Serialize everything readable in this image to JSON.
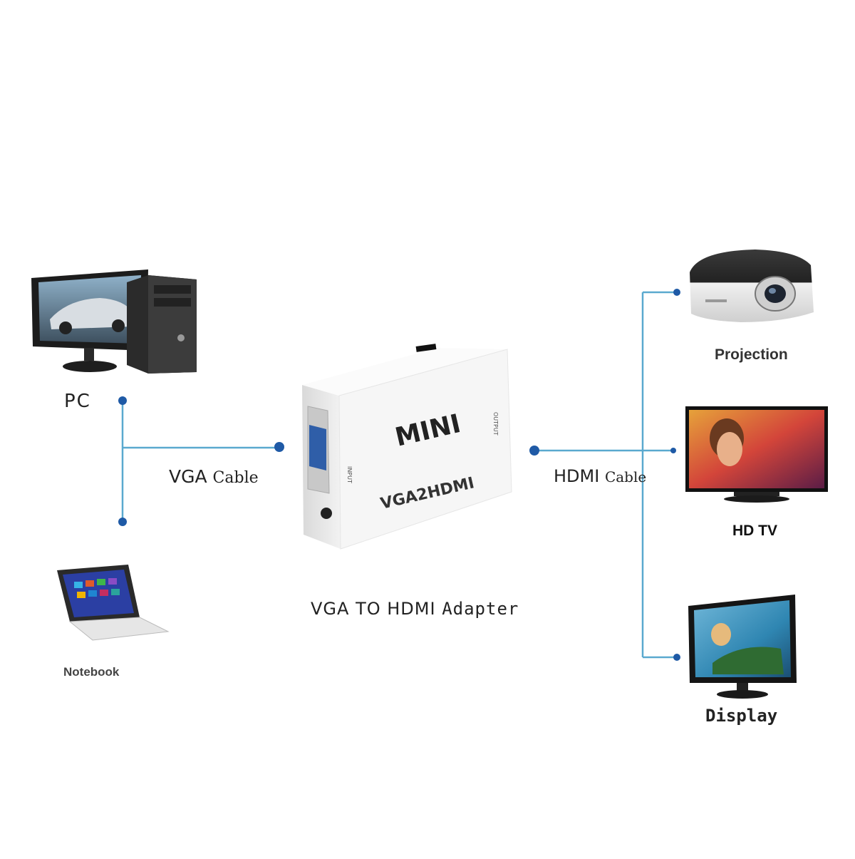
{
  "labels": {
    "pc": "PC",
    "notebook": "Notebook",
    "vga_cable_main": "VGA",
    "vga_cable_suffix": "Cable",
    "hdmi_cable_main": "HDMI",
    "hdmi_cable_suffix": "Cable",
    "adapter_main": "VGA TO HDMI",
    "adapter_suffix": "Adapter",
    "projection": "Projection",
    "hd_tv": "HD TV",
    "display": "Display"
  },
  "device": {
    "brand_text": "MINI",
    "model_text": "VGA2HDMI",
    "input_port_text": "INPUT",
    "output_port_text": "OUTPUT"
  },
  "colors": {
    "connector_line": "#5aa9cf",
    "connector_dot": "#1f5aa6",
    "device_body": "#f4f4f4",
    "vga_port": "#2f5ea8"
  }
}
